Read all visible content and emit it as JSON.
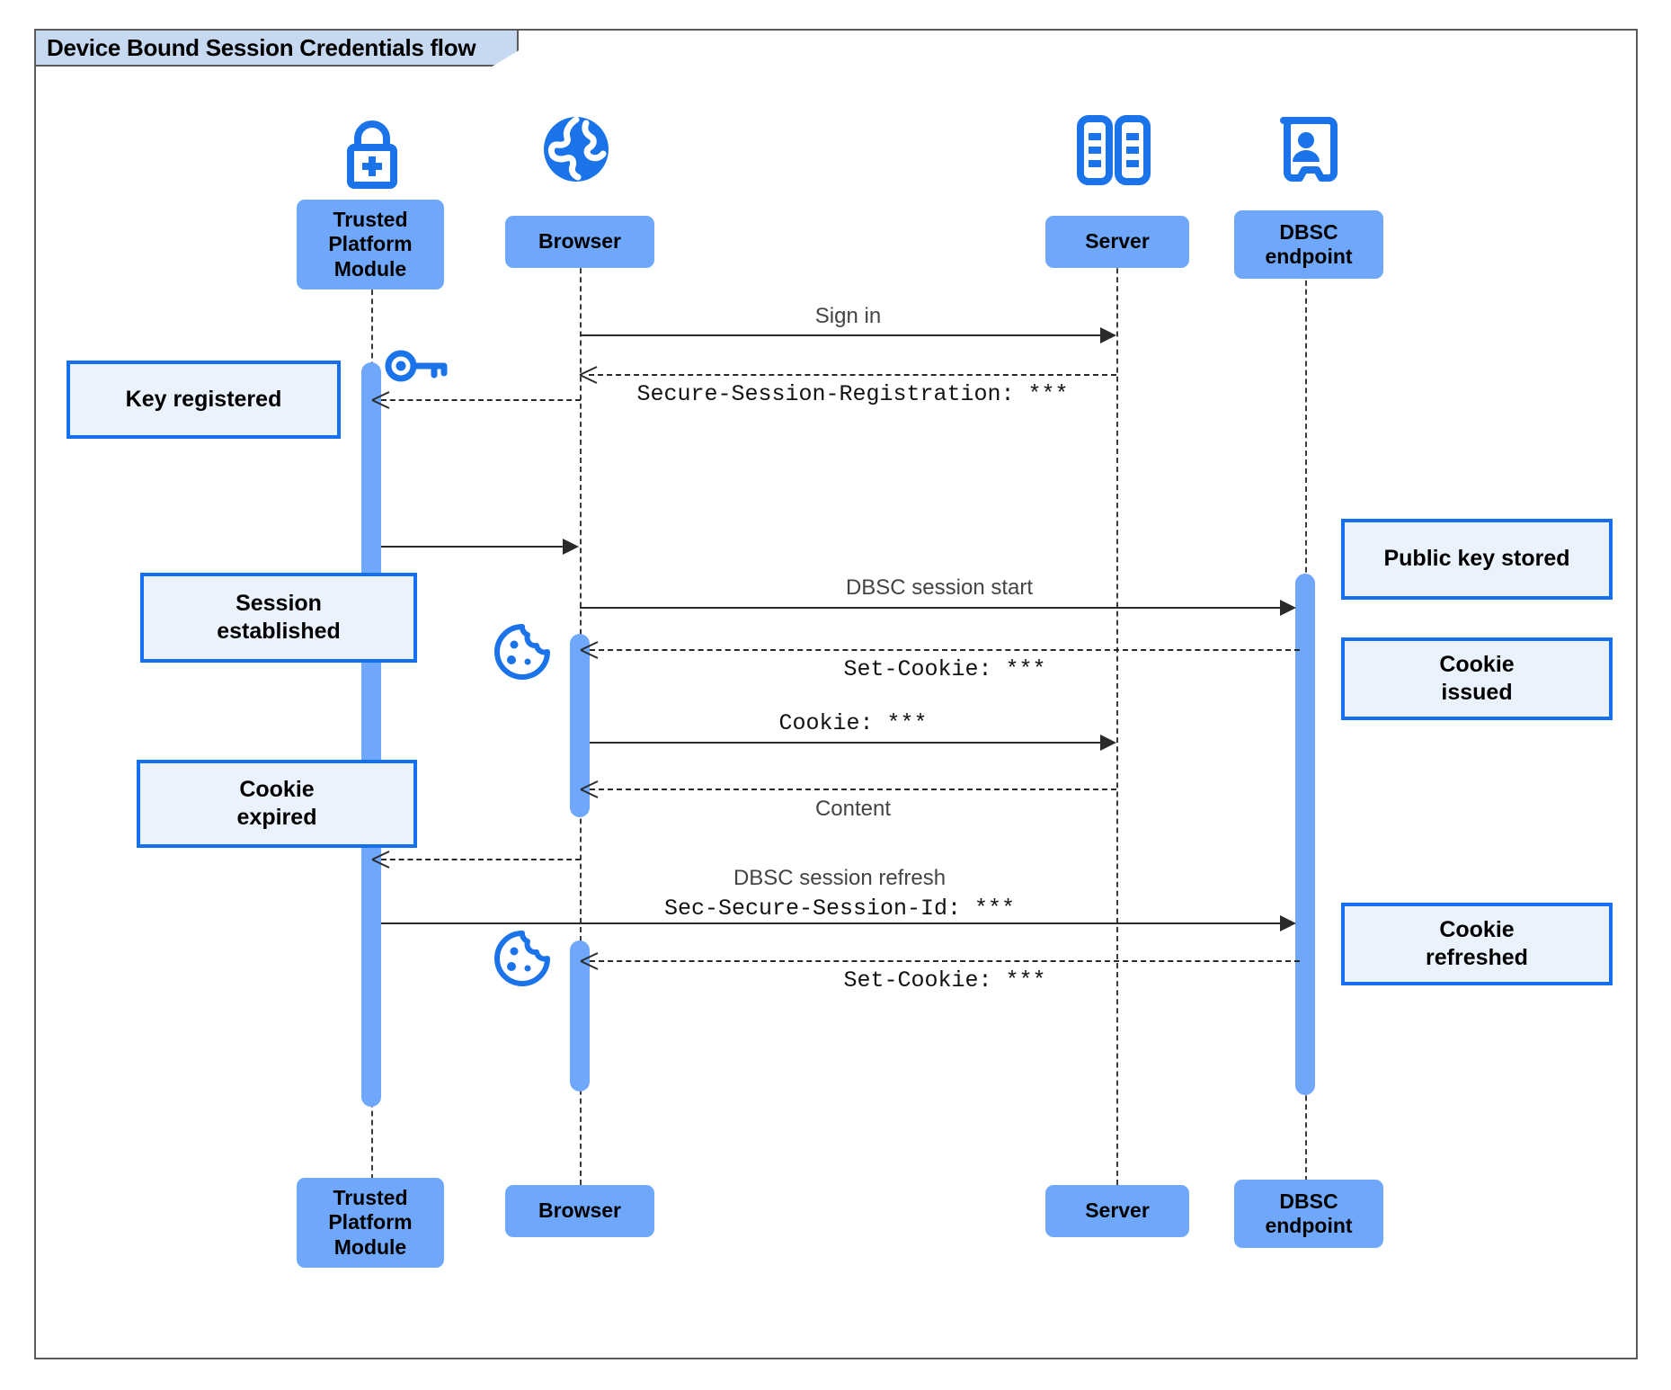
{
  "diagram": {
    "type": "uml-sequence",
    "frame_label": "Device Bound Session Credentials flow",
    "colors": {
      "participant_fill": "#6fa8fa",
      "note_fill": "#eaf2fd",
      "note_border": "#1570ef",
      "icon_blue": "#1a73e8",
      "activation_fill": "#6fa8fa",
      "frame_tab_fill": "#c6d9f1",
      "frame_border": "#5a5a5a",
      "line": "#2a2a2a"
    }
  },
  "participants": [
    {
      "id": "tpm",
      "label": "Trusted\nPlatform\nModule",
      "icon": "lock-plus-icon"
    },
    {
      "id": "browser",
      "label": "Browser",
      "icon": "globe-icon"
    },
    {
      "id": "server",
      "label": "Server",
      "icon": "server-rack-icon"
    },
    {
      "id": "dbsc",
      "label": "DBSC\nendpoint",
      "icon": "id-badge-icon"
    }
  ],
  "participants_bottom": [
    {
      "id": "tpm",
      "label": "Trusted\nPlatform\nModule"
    },
    {
      "id": "browser",
      "label": "Browser"
    },
    {
      "id": "server",
      "label": "Server"
    },
    {
      "id": "dbsc",
      "label": "DBSC\nendpoint"
    }
  ],
  "messages": [
    {
      "id": "m1",
      "from": "browser",
      "to": "server",
      "label": "Sign in",
      "style": "solid",
      "font": "sans"
    },
    {
      "id": "m2",
      "from": "server",
      "to": "browser",
      "label": "Secure-Session-Registration: ***",
      "style": "dashed",
      "font": "mono"
    },
    {
      "id": "m3",
      "from": "browser",
      "to": "tpm",
      "label": "",
      "style": "dashed",
      "font": "mono"
    },
    {
      "id": "m4",
      "from": "tpm",
      "to": "browser",
      "label": "",
      "style": "solid",
      "font": "sans"
    },
    {
      "id": "m5",
      "from": "browser",
      "to": "dbsc",
      "label": "DBSC session start",
      "style": "solid",
      "font": "sans"
    },
    {
      "id": "m6",
      "from": "dbsc",
      "to": "browser",
      "label": "Set-Cookie: ***",
      "style": "dashed",
      "font": "mono"
    },
    {
      "id": "m7",
      "from": "browser",
      "to": "server",
      "label": "Cookie: ***",
      "style": "solid",
      "font": "mono"
    },
    {
      "id": "m8",
      "from": "server",
      "to": "browser",
      "label": "Content",
      "style": "dashed",
      "font": "sans"
    },
    {
      "id": "m9",
      "from": "browser",
      "to": "tpm",
      "label": "",
      "style": "dashed",
      "font": "mono"
    },
    {
      "id": "m10",
      "from": "tpm",
      "to": "dbsc",
      "label_line1": "DBSC session refresh",
      "label_line2": "Sec-Secure-Session-Id: ***",
      "style": "solid",
      "font": "mixed"
    },
    {
      "id": "m11",
      "from": "dbsc",
      "to": "browser",
      "label": "Set-Cookie: ***",
      "style": "dashed",
      "font": "mono"
    }
  ],
  "notes": [
    {
      "id": "n1",
      "text": "Key registered",
      "anchor": "tpm"
    },
    {
      "id": "n2",
      "text": "Session\nestablished",
      "anchor": "tpm"
    },
    {
      "id": "n3",
      "text": "Cookie\nexpired",
      "anchor": "tpm"
    },
    {
      "id": "n4",
      "text": "Public key stored",
      "anchor": "dbsc"
    },
    {
      "id": "n5",
      "text": "Cookie\nissued",
      "anchor": "dbsc"
    },
    {
      "id": "n6",
      "text": "Cookie\nrefreshed",
      "anchor": "dbsc"
    }
  ],
  "inline_icons": [
    {
      "id": "key1",
      "name": "key-icon",
      "near": "tpm"
    },
    {
      "id": "cookie1",
      "name": "cookie-icon",
      "near": "browser"
    },
    {
      "id": "cookie2",
      "name": "cookie-icon",
      "near": "browser"
    }
  ]
}
